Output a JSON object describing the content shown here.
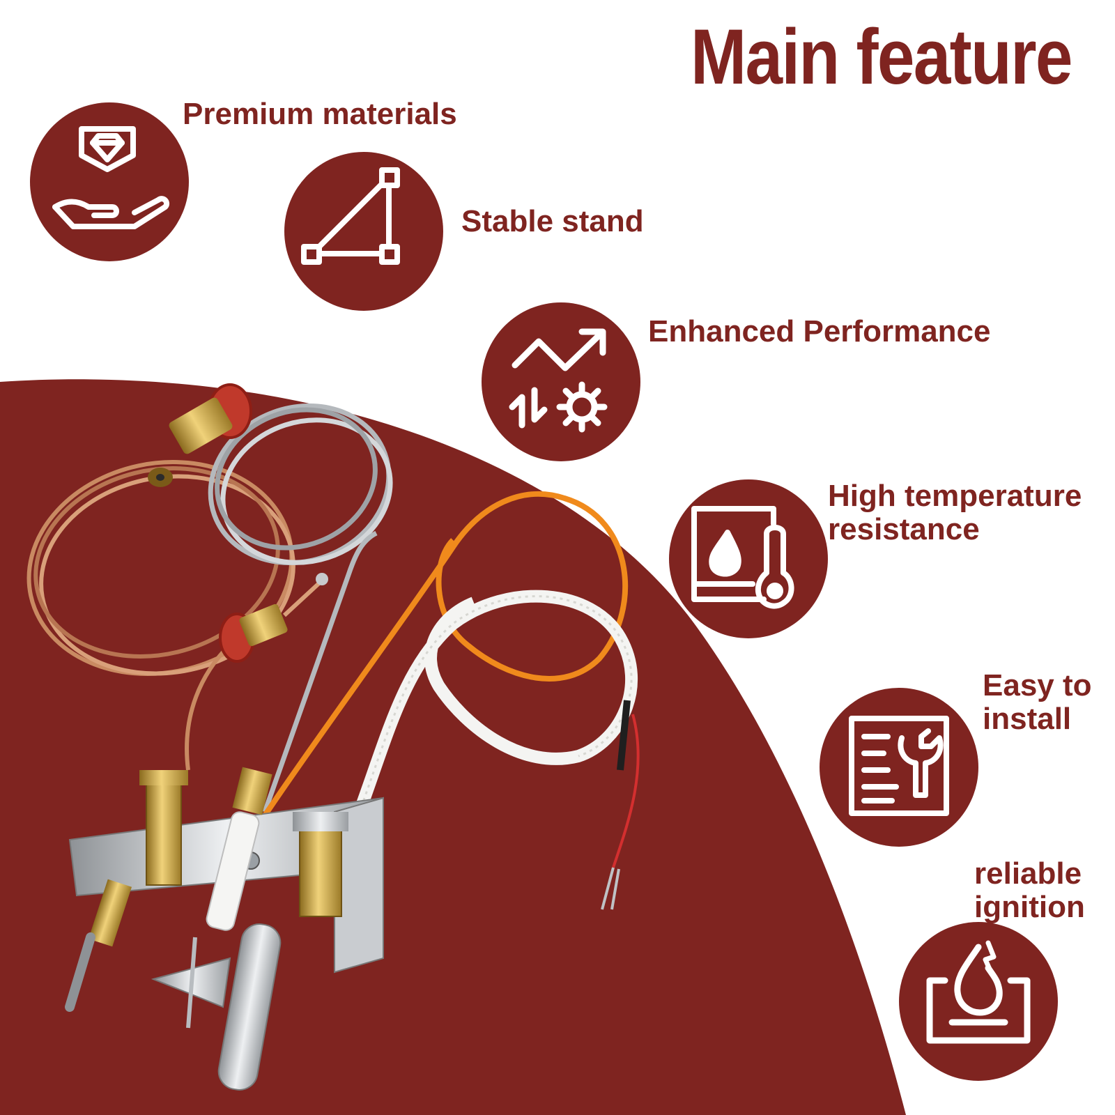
{
  "colors": {
    "brand": "#7f2420",
    "background": "#ffffff",
    "icon_stroke": "#ffffff"
  },
  "title": "Main feature",
  "features": [
    {
      "label": "Premium materials",
      "icon": "diamond-hand-icon"
    },
    {
      "label": "Stable stand",
      "icon": "triangle-nodes-icon"
    },
    {
      "label": "Enhanced Performance",
      "icon": "trend-gear-icon"
    },
    {
      "label_line1": "High temperature",
      "label_line2": "resistance",
      "icon": "flame-thermometer-icon"
    },
    {
      "label_line1": "Easy to",
      "label_line2": "install",
      "icon": "manual-wrench-icon"
    },
    {
      "label_line1": "reliable",
      "label_line2": "ignition",
      "icon": "burner-flame-icon"
    }
  ],
  "product": {
    "description_icon": "pilot-assembly-image"
  }
}
